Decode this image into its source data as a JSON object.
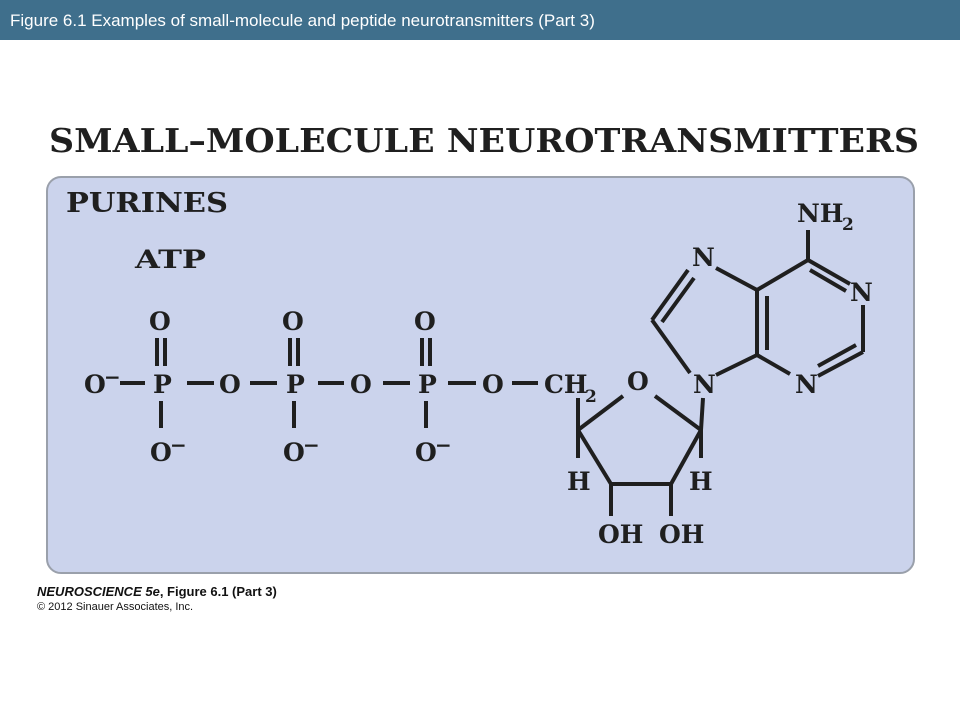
{
  "header": {
    "title": "Figure 6.1 Examples of small-molecule and peptide neurotransmitters (Part 3)"
  },
  "colors": {
    "header_bar": "#3f6f8c",
    "panel_fill": "#cbd3ec",
    "panel_border": "#9aa0ab",
    "ink": "#1f1f1f"
  },
  "diagram": {
    "main_heading": "SMALL–MOLECULE NEUROTRANSMITTERS",
    "section_label": "PURINES",
    "molecule_name": "ATP",
    "phosphate_chain": {
      "terminal_oxygen": "O",
      "charge": "−",
      "phosphorus": "P",
      "bridging_oxygen": "O",
      "double_bond_oxygen": "O",
      "linker": "CH",
      "linker_subscript": "2"
    },
    "ribose": {
      "ring_oxygen": "O",
      "hydrogen": "H",
      "hydroxyl": "OH"
    },
    "adenine": {
      "nitrogen": "N",
      "amine": "NH",
      "amine_subscript": "2"
    }
  },
  "credit": {
    "book": "NEUROSCIENCE 5e",
    "figure_ref": ", Figure 6.1 (Part 3)",
    "copyright": "© 2012 Sinauer Associates, Inc."
  }
}
